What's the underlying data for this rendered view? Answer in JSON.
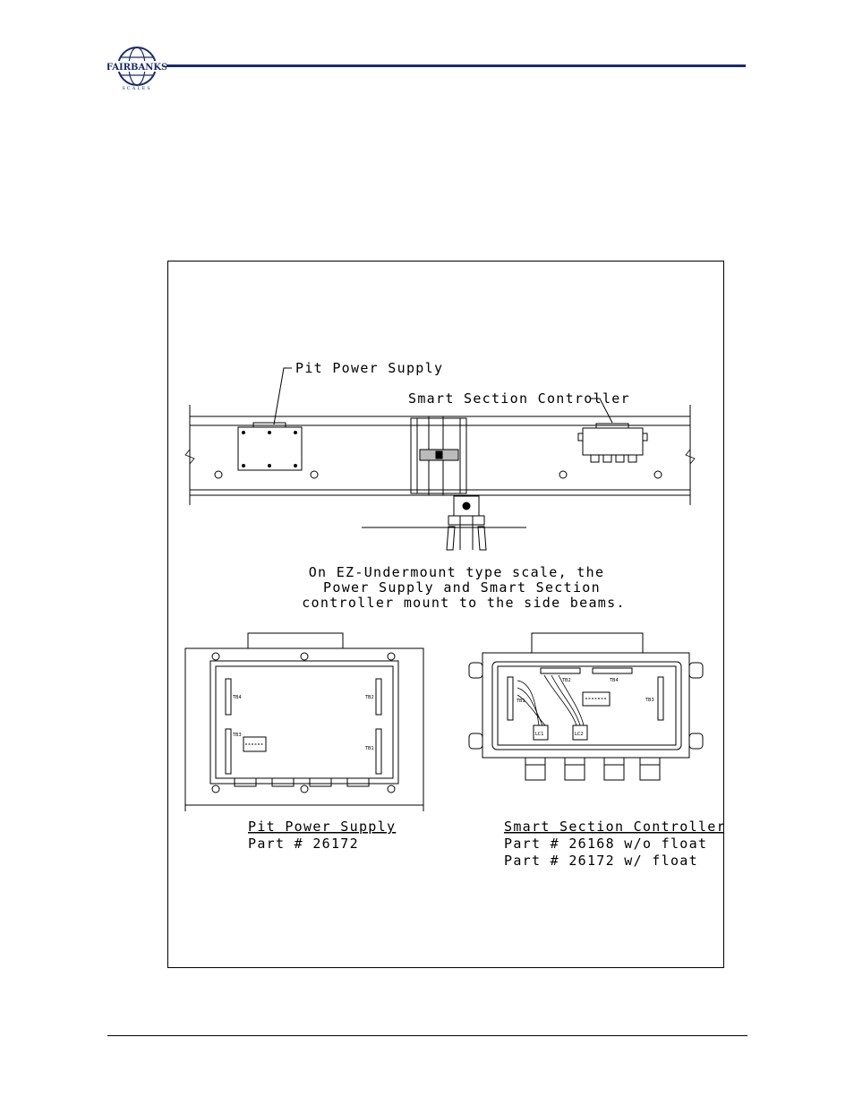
{
  "header": {
    "logo_text": "FAIRBANKS",
    "logo_subtext": "SCALES"
  },
  "figure": {
    "callout_power_supply": "Pit Power Supply",
    "callout_controller": "Smart Section Controller",
    "note_lines": [
      "On EZ-Undermount type scale, the",
      "Power Supply and Smart Section",
      "controller mount to the side beams."
    ],
    "pps_detail": {
      "title": "Pit Power Supply",
      "part": "Part # 26172",
      "terminal_labels": [
        "TB4",
        "TB2",
        "TB3",
        "TB1"
      ]
    },
    "ssc_detail": {
      "title": "Smart Section Controller",
      "part_lines": [
        "Part # 26168 w/o float",
        "Part # 26172 w/ float"
      ],
      "terminal_labels": [
        "TB1",
        "TB2",
        "TB4",
        "TB3",
        "LC1",
        "LC2"
      ]
    }
  }
}
